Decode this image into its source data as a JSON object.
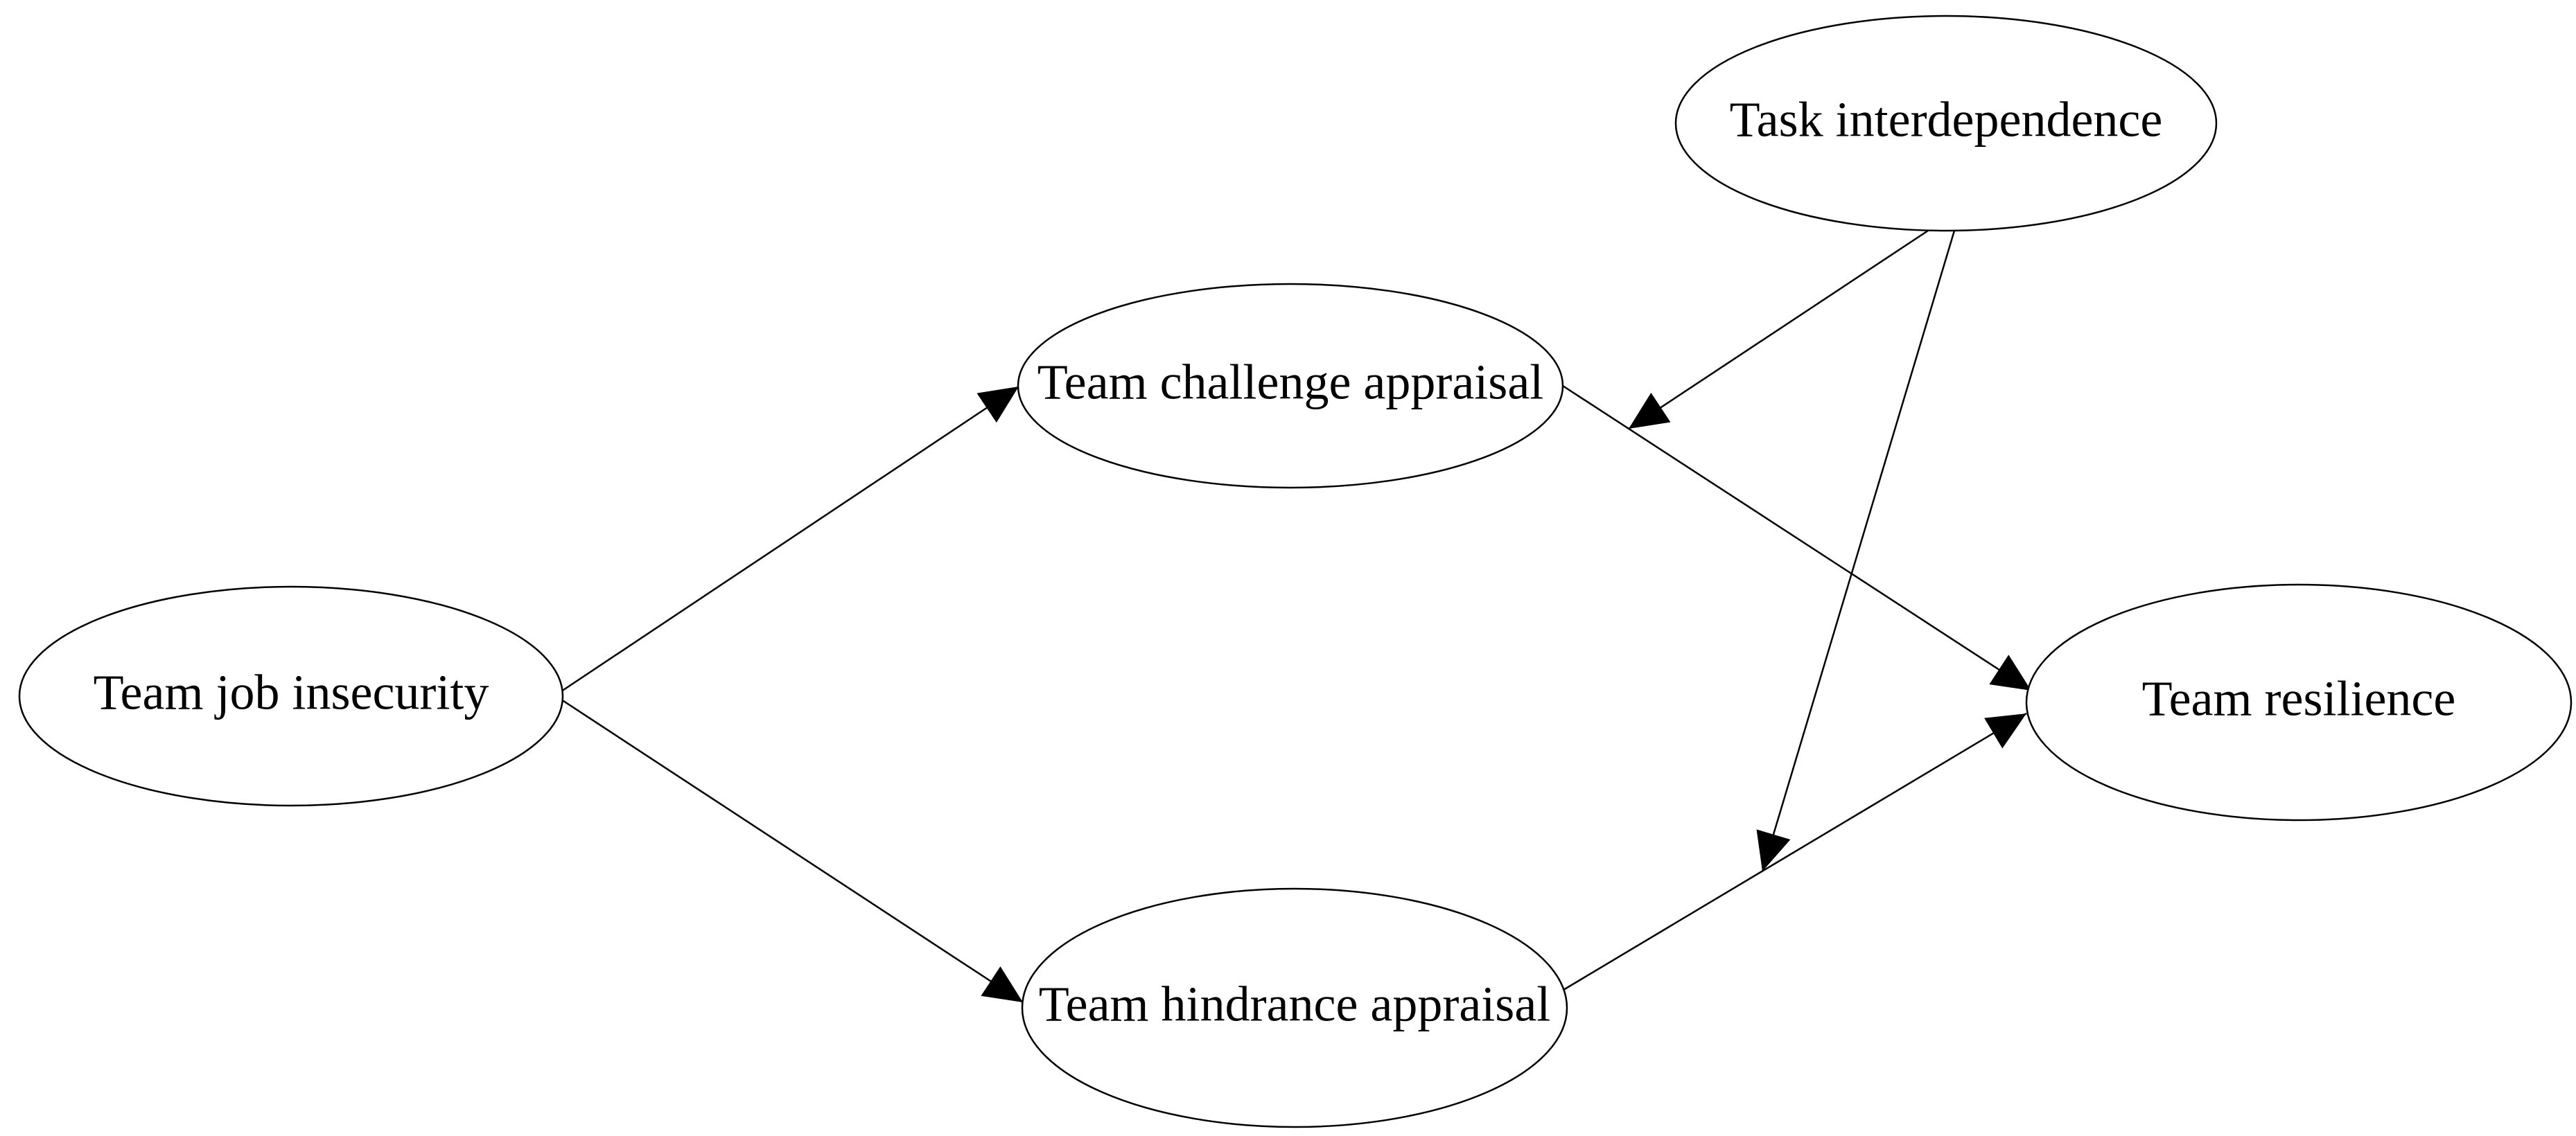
{
  "diagram": {
    "type": "path-model",
    "background": "#ffffff",
    "colors": {
      "node_fill": "#ffffff",
      "node_stroke": "#000000",
      "edge_stroke": "#000000",
      "arrowhead_fill": "#000000",
      "label_text": "#000000"
    },
    "nodes": [
      {
        "id": "team-job-insecurity",
        "label": "Team job insecurity"
      },
      {
        "id": "team-challenge-appraisal",
        "label": "Team challenge appraisal"
      },
      {
        "id": "team-hindrance-appraisal",
        "label": "Team hindrance appraisal"
      },
      {
        "id": "task-interdependence",
        "label": "Task interdependence"
      },
      {
        "id": "team-resilience",
        "label": "Team resilience"
      }
    ],
    "edges": [
      {
        "from": "Team job insecurity",
        "to": "Team challenge appraisal",
        "type": "direct"
      },
      {
        "from": "Team job insecurity",
        "to": "Team hindrance appraisal",
        "type": "direct"
      },
      {
        "from": "Team challenge appraisal",
        "to": "Team resilience",
        "type": "direct"
      },
      {
        "from": "Team hindrance appraisal",
        "to": "Team resilience",
        "type": "direct"
      },
      {
        "from": "Task interdependence",
        "to": "path: Team challenge appraisal to Team resilience",
        "type": "moderation"
      },
      {
        "from": "Task interdependence",
        "to": "path: Team hindrance appraisal to Team resilience",
        "type": "moderation"
      }
    ]
  }
}
